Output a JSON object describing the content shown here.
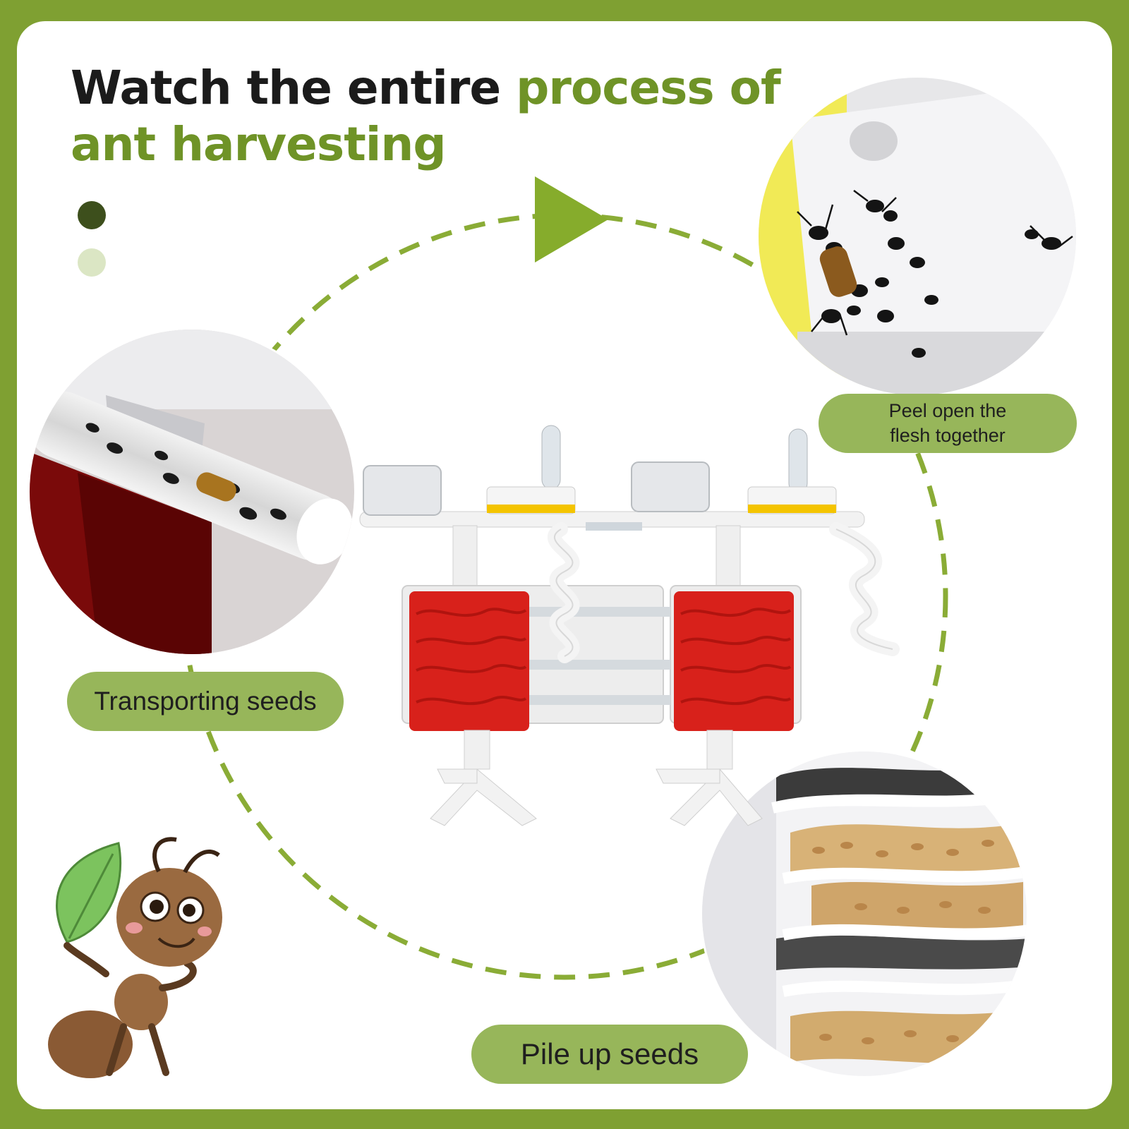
{
  "colors": {
    "frame": "#7fa032",
    "title_dark": "#1b1b1b",
    "title_green": "#6f9327",
    "dot_dark": "#3d4f1c",
    "dot_light": "#dbe6c4",
    "pill": "#97b65a",
    "cycle_dash": "#8aac36",
    "nest_red": "#d8211b",
    "ant_brown": "#8a5a34"
  },
  "title": {
    "line1_dark": "Watch the entire ",
    "line1_green": "process of",
    "line2_green": "ant harvesting"
  },
  "labels": {
    "top_right": [
      "Peel open the",
      "flesh together"
    ],
    "left": "Transporting seeds",
    "bottom": "Pile up seeds"
  },
  "icons": [
    "play-arrow-icon",
    "cartoon-ant-icon",
    "leaf-icon"
  ]
}
